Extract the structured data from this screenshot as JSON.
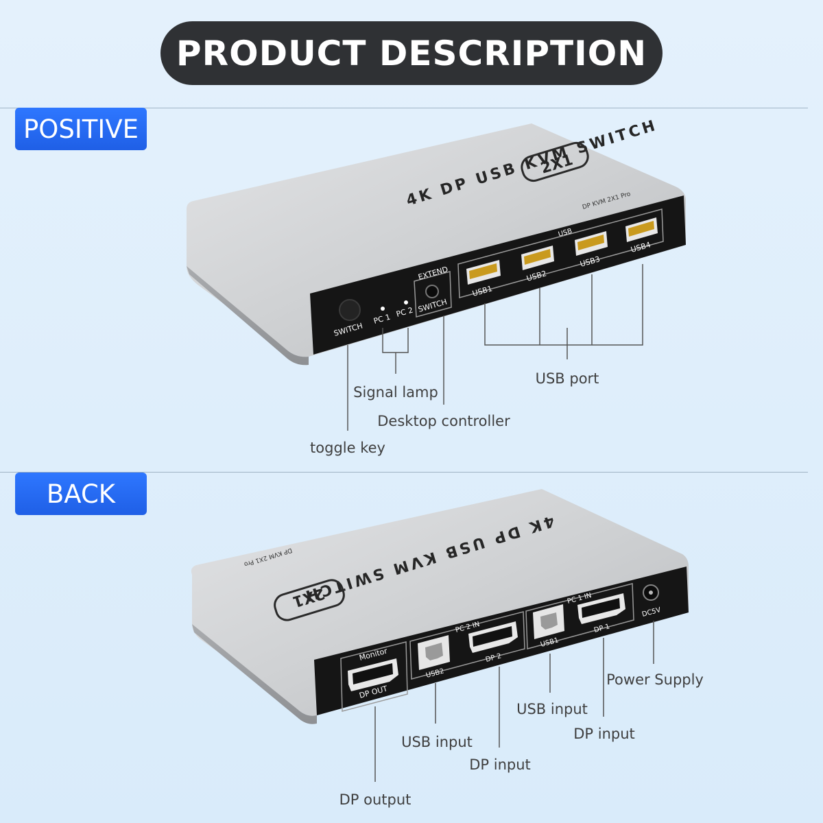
{
  "header": {
    "title": "PRODUCT DESCRIPTION"
  },
  "sections": {
    "positive": {
      "label": "POSITIVE"
    },
    "back": {
      "label": "BACK"
    }
  },
  "front_device": {
    "top_label": "4K DP USB KVM SWITCH",
    "badge": "2X1",
    "model": "DP KVM 2X1 Pro",
    "switch_label": "SWITCH",
    "pc1_label": "PC 1",
    "pc2_label": "PC 2",
    "extend_label": "EXTEND",
    "extend_switch_label": "SWITCH",
    "usb_group_label": "USB",
    "usb_ports": [
      "USB1",
      "USB2",
      "USB3",
      "USB4"
    ]
  },
  "front_callouts": {
    "usb_port": "USB port",
    "signal_lamp": "Signal lamp",
    "desktop_controller": "Desktop controller",
    "toggle_key": "toggle key"
  },
  "back_device": {
    "top_label": "4K DP USB KVM SWITCH",
    "badge": "2X1",
    "model": "DP KVM 2X1 Pro",
    "monitor_label": "Monitor",
    "dp_out_label": "DP OUT",
    "usb2_label": "USB2",
    "pc2_in_label": "PC 2 IN",
    "dp2_label": "DP 2",
    "usb1_label": "USB1",
    "pc1_in_label": "PC 1 IN",
    "dp1_label": "DP 1",
    "dc_label": "DC5V"
  },
  "back_callouts": {
    "power_supply": "Power Supply",
    "usb_input_1": "USB input",
    "dp_input_1": "DP input",
    "usb_input_2": "USB input",
    "dp_input_2": "DP input",
    "dp_output": "DP output"
  },
  "colors": {
    "title_bg": "#2f3134",
    "tag_bg": "#2369f5",
    "device_silver": "#c9cbcd",
    "panel_black": "#151515"
  }
}
